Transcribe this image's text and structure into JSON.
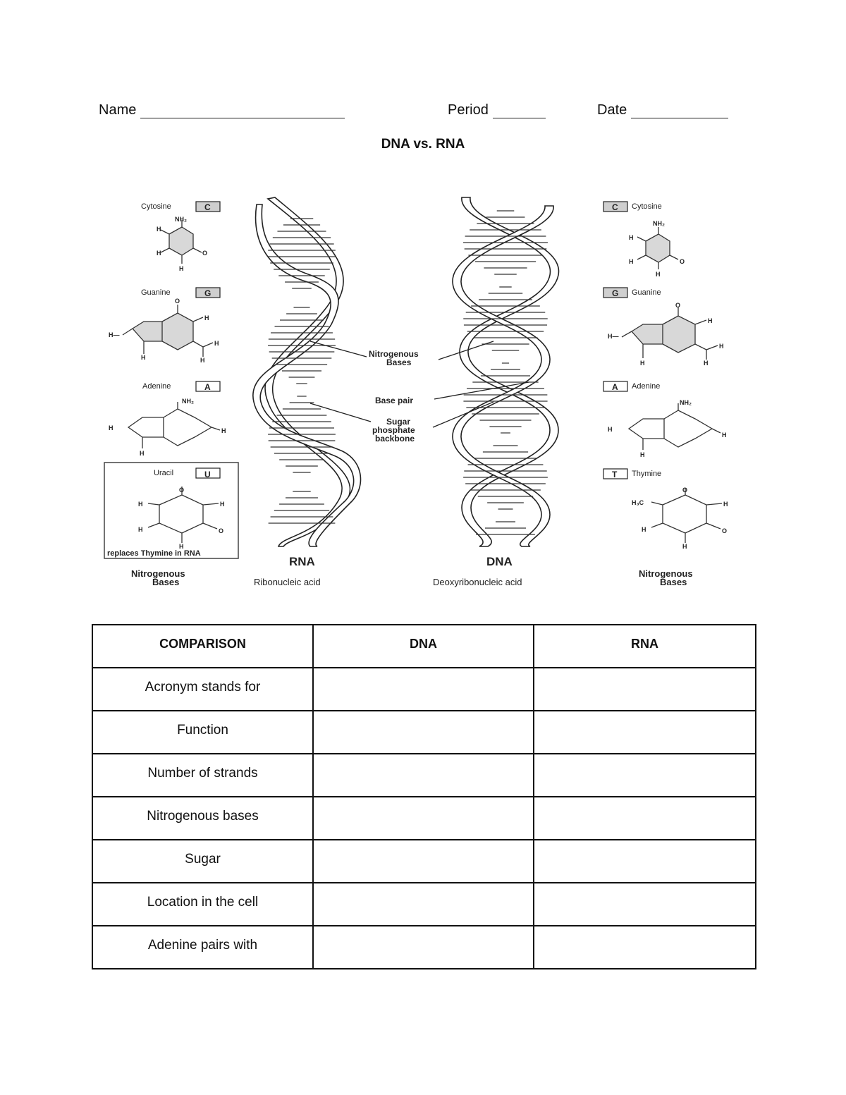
{
  "header": {
    "name_label": "Name",
    "period_label": "Period",
    "date_label": "Date"
  },
  "title": "DNA vs. RNA",
  "diagram": {
    "left_bases": [
      {
        "name": "Cytosine",
        "letter": "C"
      },
      {
        "name": "Guanine",
        "letter": "G"
      },
      {
        "name": "Adenine",
        "letter": "A"
      },
      {
        "name": "Uracil",
        "letter": "U",
        "note": "replaces Thymine in RNA"
      }
    ],
    "right_bases": [
      {
        "name": "Cytosine",
        "letter": "C"
      },
      {
        "name": "Guanine",
        "letter": "G"
      },
      {
        "name": "Adenine",
        "letter": "A"
      },
      {
        "name": "Thymine",
        "letter": "T"
      }
    ],
    "callouts": {
      "nitrogenous_bases": [
        "Nitrogenous",
        "Bases"
      ],
      "base_pair": "Base pair",
      "backbone": [
        "Sugar",
        "phosphate",
        "backbone"
      ]
    },
    "rna_label": "RNA",
    "rna_caption": "Ribonucleic acid",
    "dna_label": "DNA",
    "dna_caption": "Deoxyribonucleic acid",
    "bases_caption": [
      "Nitrogenous",
      "Bases"
    ]
  },
  "table": {
    "headers": [
      "COMPARISON",
      "DNA",
      "RNA"
    ],
    "rows": [
      {
        "label": "Acronym stands for",
        "dna": "",
        "rna": ""
      },
      {
        "label": "Function",
        "dna": "",
        "rna": ""
      },
      {
        "label": "Number of strands",
        "dna": "",
        "rna": ""
      },
      {
        "label": "Nitrogenous bases",
        "dna": "",
        "rna": ""
      },
      {
        "label": "Sugar",
        "dna": "",
        "rna": ""
      },
      {
        "label": "Location in the cell",
        "dna": "",
        "rna": ""
      },
      {
        "label": "Adenine pairs with",
        "dna": "",
        "rna": ""
      }
    ]
  }
}
